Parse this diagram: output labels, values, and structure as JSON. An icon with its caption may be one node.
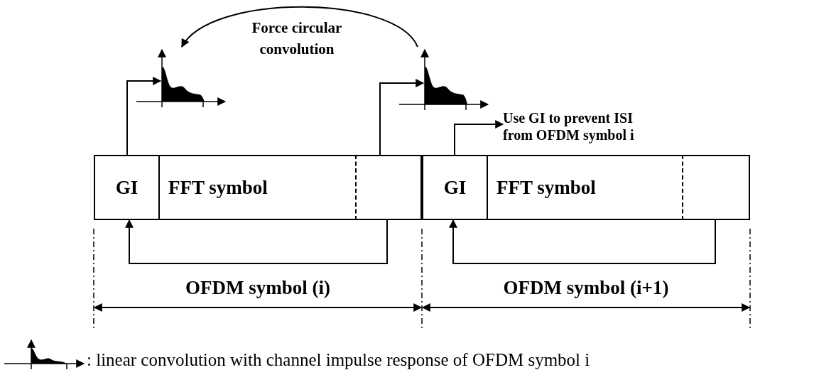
{
  "diagram": {
    "nodes": [
      {
        "text": [
          "GI"
        ]
      },
      {
        "text": [
          "FFT symbol"
        ]
      },
      {
        "text": [],
        "shape": "box"
      },
      {
        "text": [
          "GI"
        ]
      },
      {
        "text": [
          "FFT symbol"
        ]
      },
      {
        "text": [],
        "shape": "box"
      },
      {
        "text": [],
        "shape": "picture"
      },
      {
        "text": [],
        "shape": "picture"
      },
      {
        "text": [
          "Use GI to prevent ISI from OFDM symbol i"
        ]
      }
    ],
    "edges": [
      {
        "from": 0,
        "to": 6,
        "arrow": "to"
      },
      {
        "from": 2,
        "to": 7,
        "arrow": "to"
      },
      {
        "from": 3,
        "to": 8,
        "arrow": "to"
      },
      {
        "from": 7,
        "to": 6,
        "arrow": "to",
        "label": "Force circular convolution"
      },
      {
        "from": 2,
        "to": 0,
        "arrow": "to"
      },
      {
        "from": 5,
        "to": 3,
        "arrow": "to"
      }
    ],
    "labels": [
      "OFDM symbol (i)",
      "OFDM symbol (i+1)"
    ],
    "legend": [
      {
        "text": ": linear convolution with channel impulse response of OFDM symbol i"
      }
    ]
  }
}
